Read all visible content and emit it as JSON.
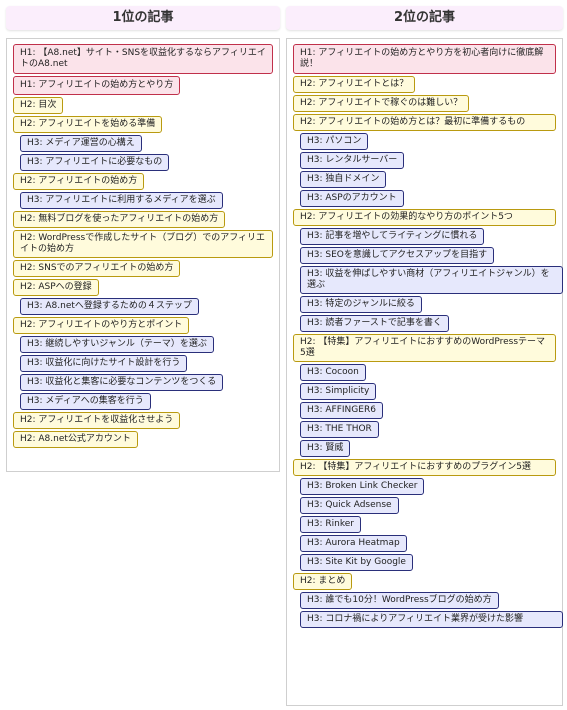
{
  "left": {
    "title": "1位の記事",
    "items": [
      {
        "level": "h1",
        "text": "H1: 【A8.net】サイト・SNSを収益化するならアフィリエイトのA8.net",
        "wide": true
      },
      {
        "level": "h1",
        "text": "H1: アフィリエイトの始め方とやり方"
      },
      {
        "level": "h2",
        "text": "H2: 目次"
      },
      {
        "level": "h2",
        "text": "H2: アフィリエイトを始める準備"
      },
      {
        "level": "h3",
        "text": "H3: メディア運営の心構え"
      },
      {
        "level": "h3",
        "text": "H3: アフィリエイトに必要なもの"
      },
      {
        "level": "h2",
        "text": "H2: アフィリエイトの始め方"
      },
      {
        "level": "h3",
        "text": "H3: アフィリエイトに利用するメディアを選ぶ"
      },
      {
        "level": "h2",
        "text": "H2: 無料ブログを使ったアフィリエイトの始め方"
      },
      {
        "level": "h2",
        "text": "H2: WordPressで作成したサイト（ブログ）でのアフィリエイトの始め方",
        "wide": true
      },
      {
        "level": "h2",
        "text": "H2: SNSでのアフィリエイトの始め方"
      },
      {
        "level": "h2",
        "text": "H2: ASPへの登録"
      },
      {
        "level": "h3",
        "text": "H3: A8.netへ登録するための４ステップ"
      },
      {
        "level": "h2",
        "text": "H2: アフィリエイトのやり方とポイント"
      },
      {
        "level": "h3",
        "text": "H3: 継続しやすいジャンル（テーマ）を選ぶ"
      },
      {
        "level": "h3",
        "text": "H3: 収益化に向けたサイト設計を行う"
      },
      {
        "level": "h3",
        "text": "H3: 収益化と集客に必要なコンテンツをつくる"
      },
      {
        "level": "h3",
        "text": "H3: メディアへの集客を行う"
      },
      {
        "level": "h2",
        "text": "H2: アフィリエイトを収益化させよう"
      },
      {
        "level": "h2",
        "text": "H2: A8.net公式アカウント"
      }
    ]
  },
  "right": {
    "title": "2位の記事",
    "items": [
      {
        "level": "h1",
        "text": "H1: アフィリエイトの始め方とやり方を初心者向けに徹底解説！",
        "wide": true
      },
      {
        "level": "h2",
        "text": "H2: アフィリエイトとは？"
      },
      {
        "level": "h2",
        "text": "H2: アフィリエイトで稼ぐのは難しい？"
      },
      {
        "level": "h2",
        "text": "H2: アフィリエイトの始め方とは？最初に準備するもの",
        "wide": true
      },
      {
        "level": "h3",
        "text": "H3: パソコン"
      },
      {
        "level": "h3",
        "text": "H3: レンタルサーバー"
      },
      {
        "level": "h3",
        "text": "H3: 独自ドメイン"
      },
      {
        "level": "h3",
        "text": "H3: ASPのアカウント"
      },
      {
        "level": "h2",
        "text": "H2: アフィリエイトの効果的なやり方のポイント5つ",
        "wide": true
      },
      {
        "level": "h3",
        "text": "H3: 記事を増やしてライティングに慣れる"
      },
      {
        "level": "h3",
        "text": "H3: SEOを意識してアクセスアップを目指す"
      },
      {
        "level": "h3",
        "text": "H3: 収益を伸ばしやすい商材（アフィリエイトジャンル）を選ぶ",
        "wide": true
      },
      {
        "level": "h3",
        "text": "H3: 特定のジャンルに絞る"
      },
      {
        "level": "h3",
        "text": "H3: 読者ファーストで記事を書く"
      },
      {
        "level": "h2",
        "text": "H2: 【特集】アフィリエイトにおすすめのWordPressテーマ5選",
        "wide": true
      },
      {
        "level": "h3",
        "text": "H3: Cocoon"
      },
      {
        "level": "h3",
        "text": "H3: Simplicity"
      },
      {
        "level": "h3",
        "text": "H3: AFFINGER6"
      },
      {
        "level": "h3",
        "text": "H3: THE THOR"
      },
      {
        "level": "h3",
        "text": "H3: 賢威"
      },
      {
        "level": "h2",
        "text": "H2: 【特集】アフィリエイトにおすすめのプラグイン5選",
        "wide": true
      },
      {
        "level": "h3",
        "text": "H3: Broken Link Checker"
      },
      {
        "level": "h3",
        "text": "H3: Quick Adsense"
      },
      {
        "level": "h3",
        "text": "H3: Rinker"
      },
      {
        "level": "h3",
        "text": "H3: Aurora Heatmap"
      },
      {
        "level": "h3",
        "text": "H3: Site Kit by Google"
      },
      {
        "level": "h2",
        "text": "H2: まとめ"
      },
      {
        "level": "h3",
        "text": "H3: 誰でも10分！WordPressブログの始め方"
      },
      {
        "level": "h3",
        "text": "H3: コロナ禍によりアフィリエイト業界が受けた影響",
        "wide": true
      }
    ]
  }
}
